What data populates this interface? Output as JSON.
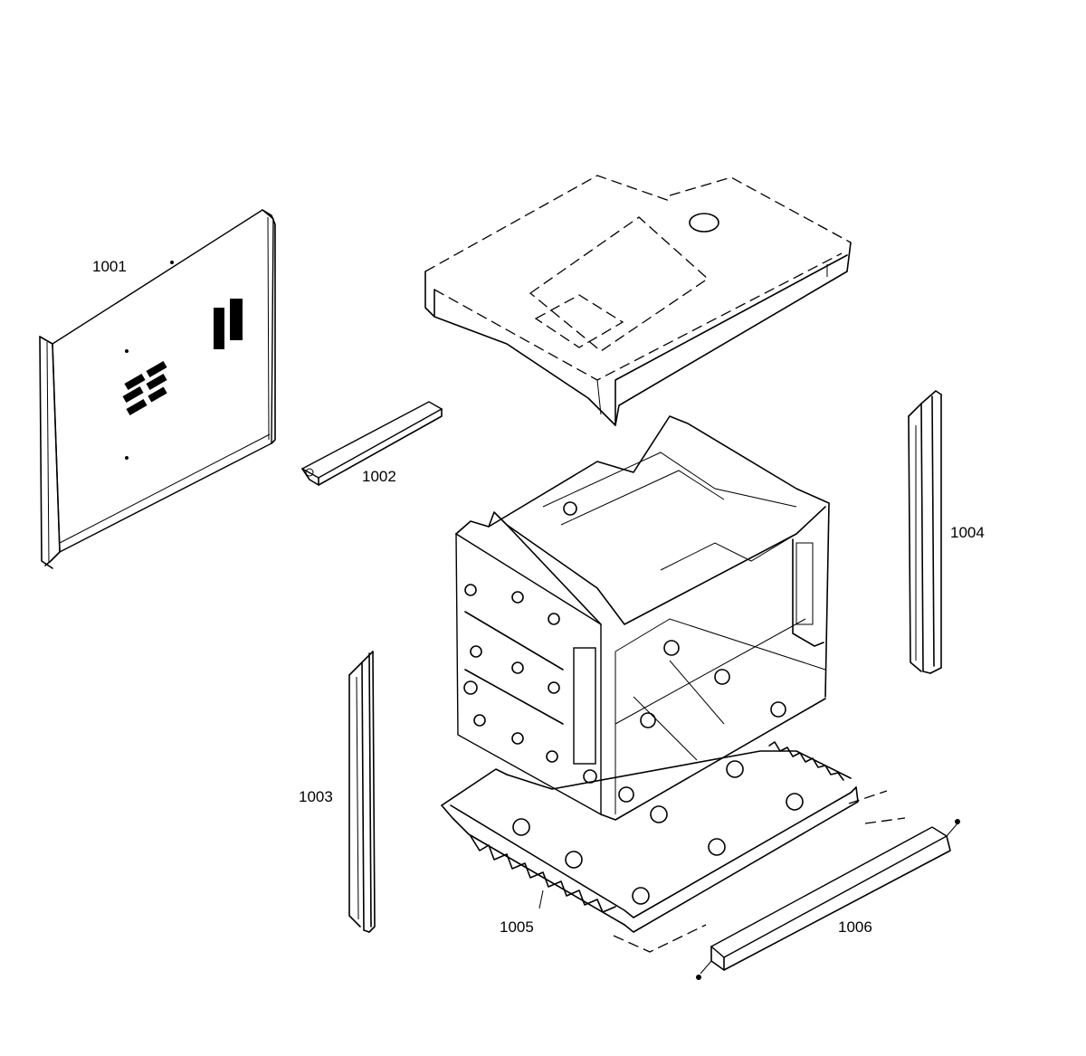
{
  "parts": [
    {
      "id": "1001",
      "label": "1001"
    },
    {
      "id": "1002",
      "label": "1002"
    },
    {
      "id": "1003",
      "label": "1003"
    },
    {
      "id": "1004",
      "label": "1004"
    },
    {
      "id": "1005",
      "label": "1005"
    },
    {
      "id": "1006",
      "label": "1006"
    }
  ]
}
